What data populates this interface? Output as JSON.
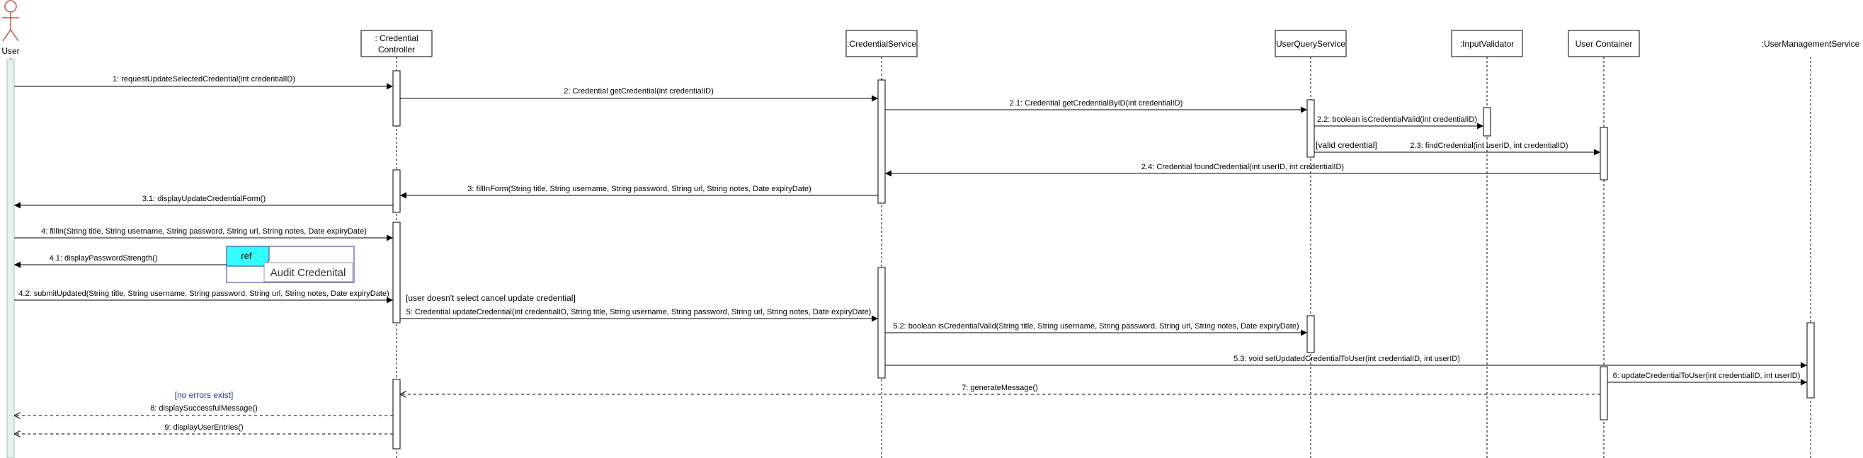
{
  "actor": {
    "name": "User"
  },
  "lifelines": [
    {
      "id": "controller",
      "lines": [
        ": Credential",
        "Controller"
      ]
    },
    {
      "id": "service",
      "lines": [
        ":CredentialService"
      ]
    },
    {
      "id": "query",
      "lines": [
        "UserQueryService"
      ]
    },
    {
      "id": "validator",
      "lines": [
        ":InputValidator"
      ]
    },
    {
      "id": "container",
      "lines": [
        "User Container"
      ]
    },
    {
      "id": "mgmt",
      "lines": [
        ":UserManagementService"
      ]
    }
  ],
  "messages": [
    {
      "id": "m1",
      "label": "1: requestUpdateSelectedCredential(int credentialID)"
    },
    {
      "id": "m2",
      "label": "2: Credential getCredential(int credentialID)"
    },
    {
      "id": "m21",
      "label": "2.1: Credential getCredentialByID(int credentialID)"
    },
    {
      "id": "m22",
      "label": "2.2: boolean isCredentialValid(int credentialID)"
    },
    {
      "id": "m23",
      "label": "2.3: findCredential(int userID, int credentialID)"
    },
    {
      "id": "m24",
      "label": "2.4: Credential foundCredential(int userID, int credentialID)"
    },
    {
      "id": "m3",
      "label": "3: fillInForm(String title, String username, String password, String url, String notes, Date expiryDate)"
    },
    {
      "id": "m31",
      "label": "3.1: displayUpdateCredentialForm()"
    },
    {
      "id": "m4",
      "label": "4: fillIn(String title, String username, String password, String url, String notes, Date expiryDate)"
    },
    {
      "id": "m41",
      "label": "4.1: displayPasswordStrength()"
    },
    {
      "id": "m42",
      "label": "4.2: submitUpdated(String title, String username, String password, String url, String notes, Date expiryDate)"
    },
    {
      "id": "m5",
      "label": "5: Credential updateCredential(int credentialID, String title, String username, String password, String url, String notes, Date expiryDate)"
    },
    {
      "id": "m52",
      "label": "5.2: boolean isCredentialValid(String title, String username, String password, String url, String notes, Date expiryDate)"
    },
    {
      "id": "m53",
      "label": "5.3: void setUpdatedCredentialToUser(int credentialID, int userID)"
    },
    {
      "id": "m6",
      "label": "6: updateCredentialToUser(int credentialID, int userID)"
    },
    {
      "id": "m7",
      "label": "7: generateMessage()"
    },
    {
      "id": "m8",
      "label": "8: displaySuccessfulMessage()"
    },
    {
      "id": "m9",
      "label": "9: displayUserEntries()"
    }
  ],
  "guards": {
    "valid_credential": "[valid credential]",
    "not_cancel": "[user doesn't select cancel update credential]",
    "no_errors": "[no errors exist]"
  },
  "ref_frame": {
    "tag": "ref",
    "name": "Audit Credenital"
  },
  "colors": {
    "ref_tag": "#33ffff",
    "ref_border": "#3333aa",
    "actor": "#b85450",
    "user_bar": "#e6f2ef",
    "guard_blue": "#33338a"
  }
}
